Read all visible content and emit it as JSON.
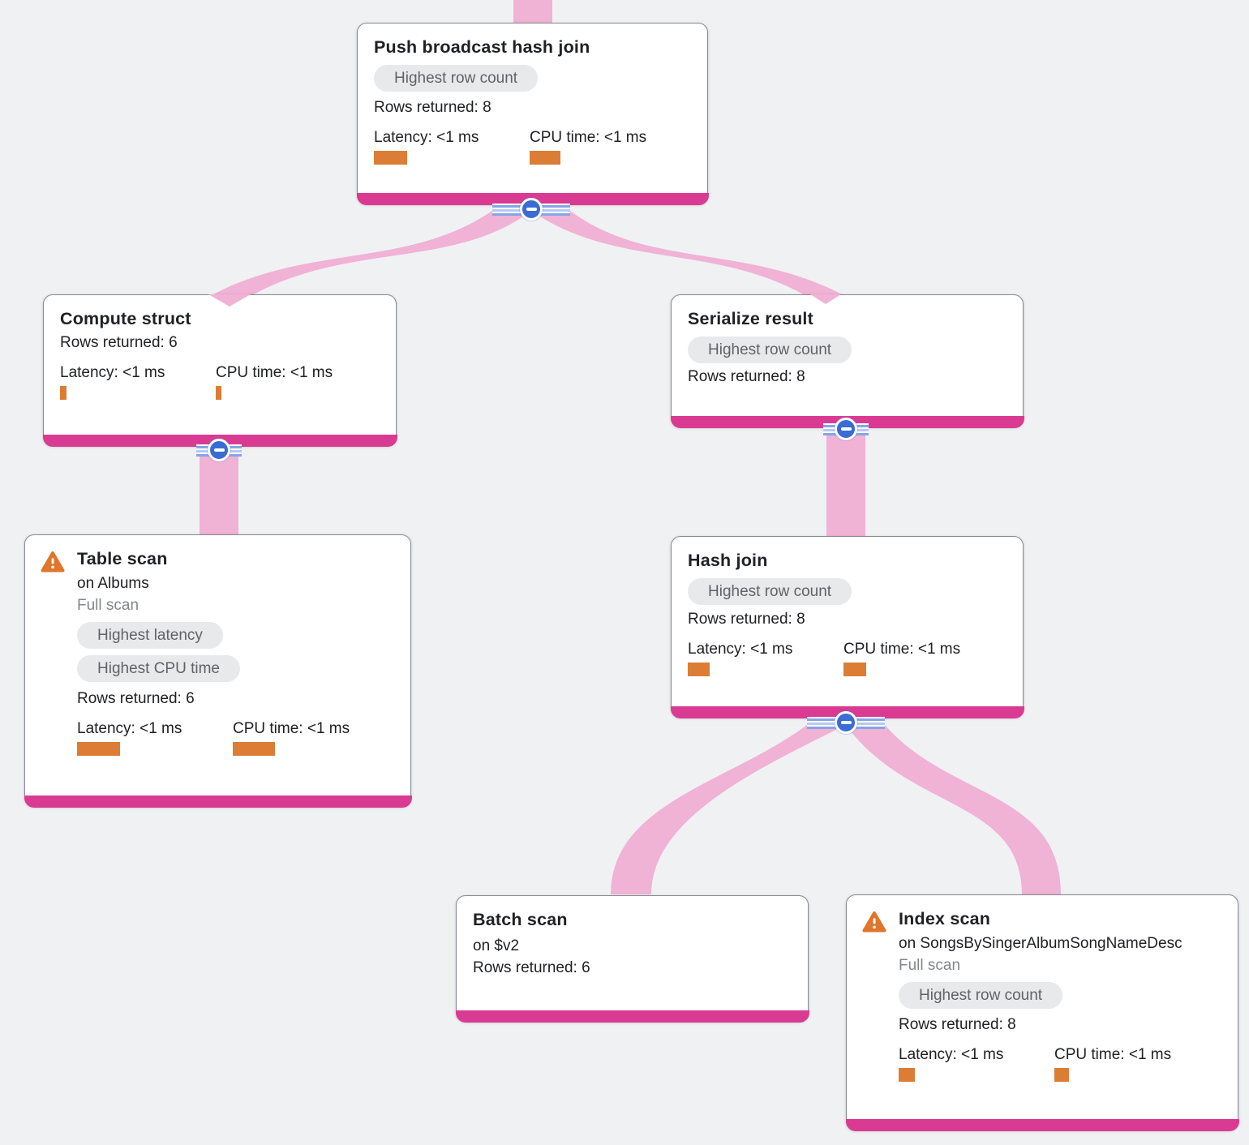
{
  "diagram_type": "query-execution-plan-tree",
  "colors": {
    "background": "#f0f1f3",
    "ribbon_pink": "#f0b2d5",
    "node_accent_magenta": "#da3b92",
    "metric_bar_orange": "#db7d34",
    "warning_orange": "#e0762a",
    "collapse_button_blue": "#3b6cd4",
    "badge_bg": "#e8e9eb",
    "badge_text": "#5f6368"
  },
  "icons": {
    "warning": "warning-triangle-icon",
    "collapse": "minus-circle-icon"
  },
  "nodes": [
    {
      "title": "Push broadcast hash join",
      "badges": [
        "Highest row count"
      ],
      "rows": "Rows returned: 8",
      "metrics": [
        {
          "label": "Latency: <1 ms",
          "bar": "width:41px"
        },
        {
          "label": "CPU time: <1 ms",
          "bar": "width:38px"
        }
      ]
    },
    {
      "title": "Compute struct",
      "rows": "Rows returned: 6",
      "metrics": [
        {
          "label": "Latency: <1 ms",
          "bar": "width:8px"
        },
        {
          "label": "CPU time: <1 ms",
          "bar": "width:7px"
        }
      ]
    },
    {
      "title": "Serialize result",
      "badges": [
        "Highest row count"
      ],
      "rows": "Rows returned: 8"
    },
    {
      "title": "Table scan",
      "subtitle": "on Albums",
      "scan_type": "Full scan",
      "badges": [
        "Highest latency",
        "Highest CPU time"
      ],
      "rows": "Rows returned: 6",
      "metrics": [
        {
          "label": "Latency: <1 ms",
          "bar": "width:53px"
        },
        {
          "label": "CPU time: <1 ms",
          "bar": "width:52px"
        }
      ]
    },
    {
      "title": "Hash join",
      "badges": [
        "Highest row count"
      ],
      "rows": "Rows returned: 8",
      "metrics": [
        {
          "label": "Latency: <1 ms",
          "bar": "width:27px"
        },
        {
          "label": "CPU time: <1 ms",
          "bar": "width:28px"
        }
      ]
    },
    {
      "title": "Batch scan",
      "subtitle": "on $v2",
      "rows": "Rows returned: 6"
    },
    {
      "title": "Index scan",
      "subtitle": "on SongsBySingerAlbumSongNameDesc",
      "scan_type": "Full scan",
      "badges": [
        "Highest row count"
      ],
      "rows": "Rows returned: 8",
      "metrics": [
        {
          "label": "Latency: <1 ms",
          "bar": "width:20px"
        },
        {
          "label": "CPU time: <1 ms",
          "bar": "width:18px"
        }
      ]
    }
  ]
}
